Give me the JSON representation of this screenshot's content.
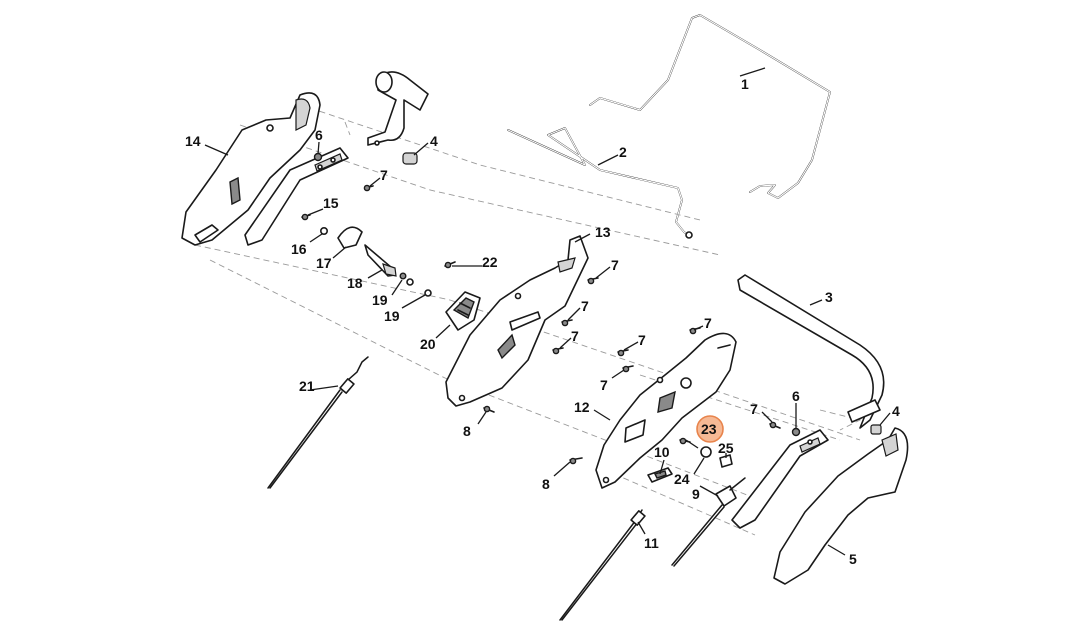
{
  "diagram": {
    "highlight_color": "#f6b995",
    "highlighted_part": "23",
    "callouts": [
      "1",
      "2",
      "3",
      "4",
      "4",
      "5",
      "6",
      "6",
      "7",
      "7",
      "7",
      "7",
      "7",
      "7",
      "7",
      "7",
      "8",
      "8",
      "9",
      "10",
      "11",
      "12",
      "13",
      "14",
      "15",
      "16",
      "17",
      "18",
      "19",
      "19",
      "20",
      "21",
      "22",
      "23",
      "24",
      "25"
    ]
  }
}
